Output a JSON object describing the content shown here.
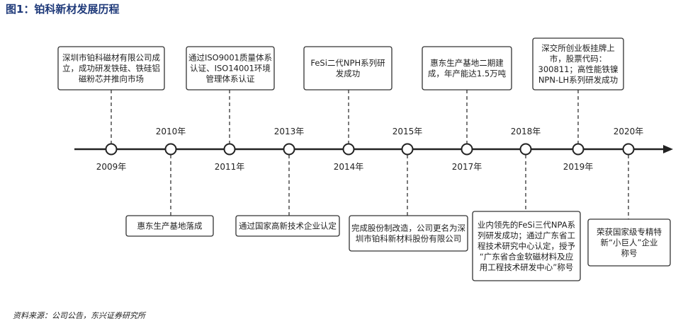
{
  "title": "图1：铂科新材发展历程",
  "source": "资料来源：公司公告，东兴证券研究所",
  "milestones": [
    {
      "year": "2009年",
      "side": "up",
      "text": [
        "深圳市铂科磁材有限公司成",
        "立，成功研发铁硅、铁硅铝",
        "磁粉芯并推向市场"
      ]
    },
    {
      "year": "2010年",
      "side": "down",
      "text": [
        "惠东生产基地落成"
      ]
    },
    {
      "year": "2011年",
      "side": "up",
      "text": [
        "通过ISO9001质量体系",
        "认证、ISO14001环境",
        "管理体系认证"
      ]
    },
    {
      "year": "2013年",
      "side": "down",
      "text": [
        "通过国家高新技术企业认定"
      ]
    },
    {
      "year": "2014年",
      "side": "up",
      "text": [
        "FeSi二代NPH系列研",
        "发成功"
      ]
    },
    {
      "year": "2015年",
      "side": "down",
      "text": [
        "完成股份制改造，公司更名为深",
        "圳市铂科新材料股份有限公司"
      ]
    },
    {
      "year": "2017年",
      "side": "up",
      "text": [
        "惠东生产基地二期建",
        "成，年产能达1.5万吨"
      ]
    },
    {
      "year": "2018年",
      "side": "down",
      "text": [
        "业内领先的FeSi三代NPA系",
        "列研发成功；通过广东省工",
        "程技术研究中心认定，授予",
        "“广东省合金软磁材料及应",
        "用工程技术研发中心”称号"
      ]
    },
    {
      "year": "2019年",
      "side": "up",
      "text": [
        "深交所创业板挂牌上",
        "市，股票代码：",
        "300811；高性能铁镍",
        "NPN-LH系列研发成功"
      ]
    },
    {
      "year": "2020年",
      "side": "down",
      "text": [
        "荣获国家级专精特",
        "新“小巨人”企业",
        "称号"
      ]
    }
  ]
}
